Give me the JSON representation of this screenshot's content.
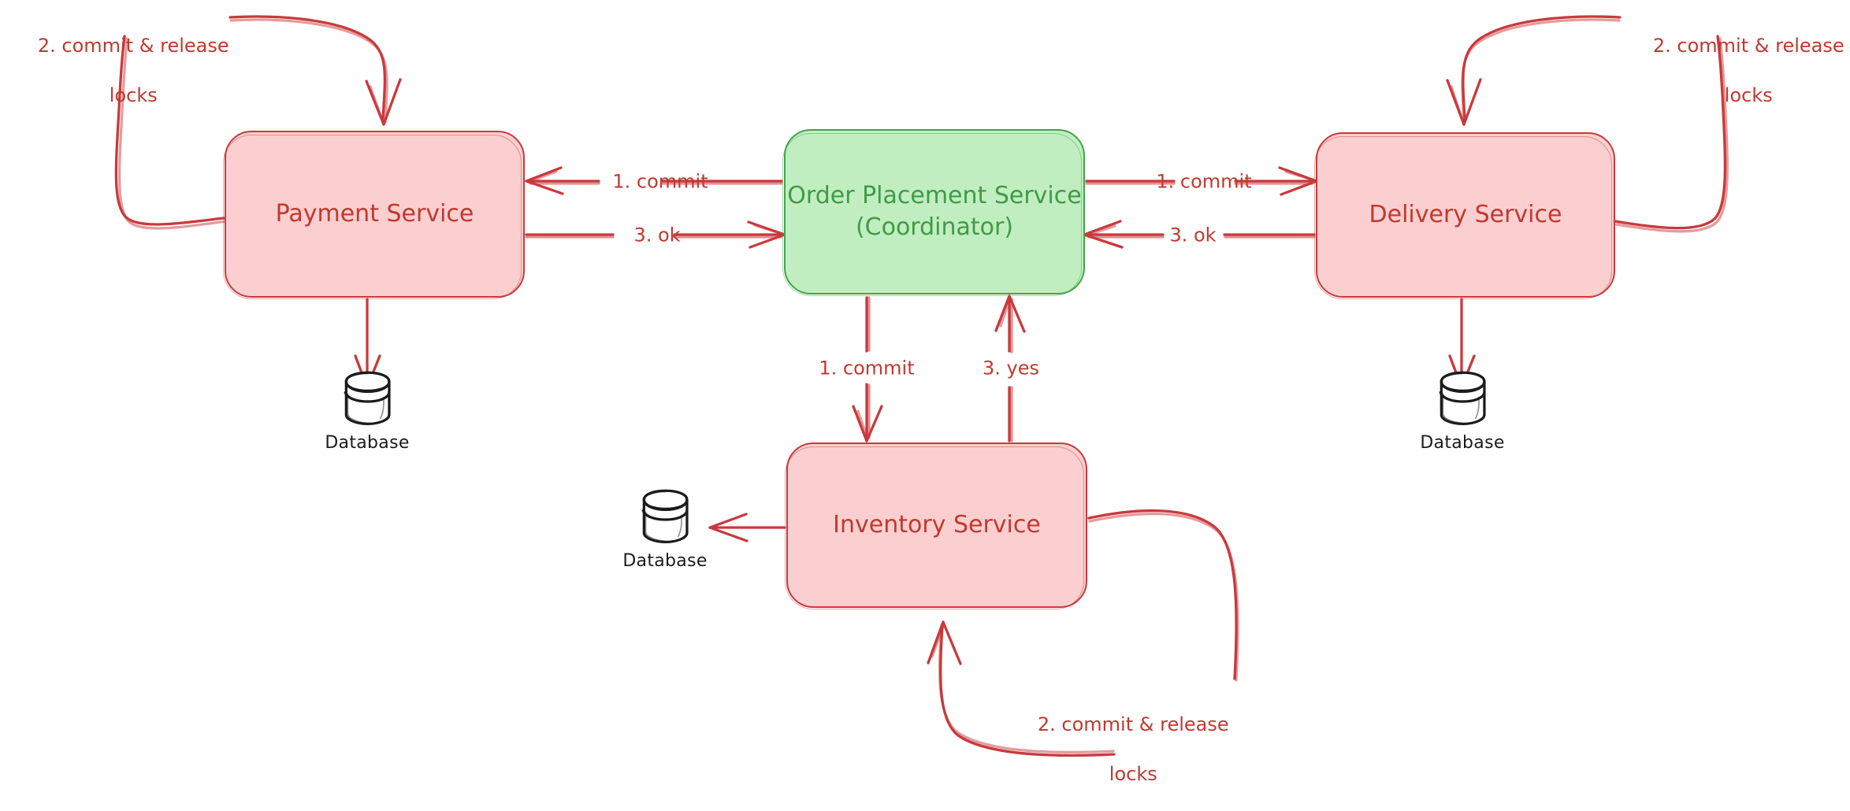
{
  "diagram": {
    "title": "Two-Phase Commit (2PC) — Commit Phase",
    "type": "flow-diagram",
    "background": "#ffffff",
    "colors": {
      "service_fill": "#fbcfcf",
      "service_stroke": "#c9393c",
      "service_text": "#c0392f",
      "coordinator_fill": "#c1eec1",
      "coordinator_stroke": "#44a24a",
      "coordinator_text": "#3f9b46",
      "arrow": "#c9393c",
      "database_stroke": "#1b1b1b",
      "database_text": "#1b1b1b"
    }
  },
  "nodes": {
    "payment": {
      "label": "Payment Service",
      "kind": "service"
    },
    "coordinator": {
      "line1": "Order Placement Service",
      "line2": "(Coordinator)",
      "kind": "coordinator"
    },
    "delivery": {
      "label": "Delivery Service",
      "kind": "service"
    },
    "inventory": {
      "label": "Inventory Service",
      "kind": "service"
    }
  },
  "databases": {
    "payment_db": {
      "caption": "Database",
      "icon": "database-cylinder-icon"
    },
    "delivery_db": {
      "caption": "Database",
      "icon": "database-cylinder-icon"
    },
    "inventory_db": {
      "caption": "Database",
      "icon": "database-cylinder-icon"
    }
  },
  "edge_labels": {
    "coordinator_to_payment_commit": "1. commit",
    "payment_to_coordinator_ok": "3. ok",
    "coordinator_to_delivery_commit": "1. commit",
    "delivery_to_coordinator_ok": "3. ok",
    "coordinator_to_inventory_commit": "1. commit",
    "inventory_to_coordinator_yes": "3. yes",
    "payment_self_loop_line1": "2. commit & release",
    "payment_self_loop_line2": "locks",
    "delivery_self_loop_line1": "2. commit & release",
    "delivery_self_loop_line2": "locks",
    "inventory_self_loop_line1": "2. commit & release",
    "inventory_self_loop_line2": "locks"
  }
}
